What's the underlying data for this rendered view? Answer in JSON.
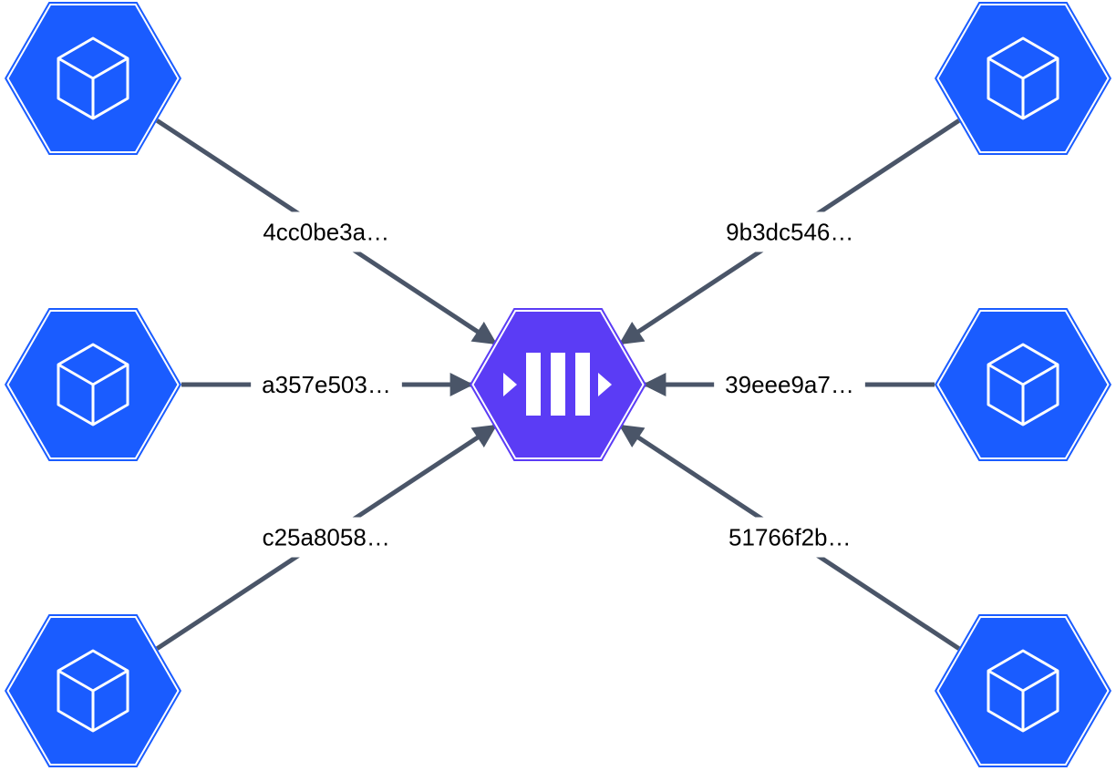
{
  "diagram": {
    "colors": {
      "source_node_fill": "#1a5cff",
      "hub_node_fill": "#5b3cf5",
      "edge": "#4a5568",
      "icon": "#ffffff",
      "background": "#ffffff"
    },
    "hub": {
      "id": "hub",
      "icon": "stream-queue-icon"
    },
    "sources": [
      {
        "id": "src-top-left",
        "icon": "cube-icon",
        "side": "left",
        "row": "top"
      },
      {
        "id": "src-mid-left",
        "icon": "cube-icon",
        "side": "left",
        "row": "middle"
      },
      {
        "id": "src-bottom-left",
        "icon": "cube-icon",
        "side": "left",
        "row": "bottom"
      },
      {
        "id": "src-top-right",
        "icon": "cube-icon",
        "side": "right",
        "row": "top"
      },
      {
        "id": "src-mid-right",
        "icon": "cube-icon",
        "side": "right",
        "row": "middle"
      },
      {
        "id": "src-bottom-right",
        "icon": "cube-icon",
        "side": "right",
        "row": "bottom"
      }
    ],
    "edges": [
      {
        "from": "src-top-left",
        "to": "hub",
        "label": "4cc0be3a…"
      },
      {
        "from": "src-mid-left",
        "to": "hub",
        "label": "a357e503…"
      },
      {
        "from": "src-bottom-left",
        "to": "hub",
        "label": "c25a8058…"
      },
      {
        "from": "src-top-right",
        "to": "hub",
        "label": "9b3dc546…"
      },
      {
        "from": "src-mid-right",
        "to": "hub",
        "label": "39eee9a7…"
      },
      {
        "from": "src-bottom-right",
        "to": "hub",
        "label": "51766f2b…"
      }
    ]
  }
}
